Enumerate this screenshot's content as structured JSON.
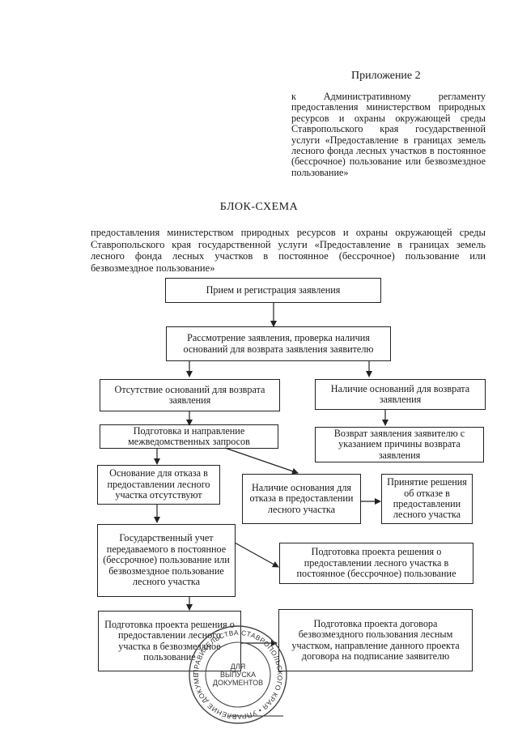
{
  "appendix": {
    "title": "Приложение 2",
    "text": "к Административному регламенту предоставления министерством природных ресурсов и охраны окружающей среды Ставропольского края государственной услуги «Предоставление в границах земель лесного фонда лесных участков в постоянное (бессрочное) пользование или безвозмездное пользование»"
  },
  "heading": "БЛОК-СХЕМА",
  "intro": "предоставления министерством природных ресурсов и охраны окружающей среды Ставропольского края государственной услуги «Предоставление в границах земель лесного фонда лесных участков в постоянное (бессрочное) пользование или безвозмездное пользование»",
  "flow": {
    "receive": "Прием и регистрация заявления",
    "review": "Рассмотрение заявления, проверка наличия оснований для возврата заявления заявителю",
    "no_return_grounds": "Отсутствие оснований для возврата заявления",
    "return_grounds": "Наличие оснований для возврата заявления",
    "interagency": "Подготовка и направление межведомственных запросов",
    "return_to_applicant": "Возврат заявления заявителю с указанием причины возврата заявления",
    "no_refusal_grounds": "Основание для отказа в предоставлении лесного участка отсутствуют",
    "refusal_grounds": "Наличие основания для отказа в предоставлении лесного участка",
    "refusal_decision": "Принятие решения об отказе в предоставлении лесного участка",
    "state_registration": "Государственный учет передаваемого в постоянное (бессрочное) пользование или безвозмездное пользование лесного участка",
    "permanent_use_draft": "Подготовка проекта решения о предоставлении лесного участка в постоянное (бессрочное) пользование",
    "free_use_draft": "Подготовка проекта решения о предоставлении лесного участка в безвозмездное пользование",
    "contract_draft": "Подготовка проекта договора безвозмездного пользования лесным участком, направление данного проекта договора на подписание заявителю"
  },
  "stamp": {
    "ring_text": "ПРАВИТЕЛЬСТВА СТАВРОПОЛЬСКОГО КРАЯ • УПРАВЛЕНИЕ ДОКУМЕНТАЦИОННОГО ОБЕСПЕЧЕНИЯ •",
    "line1": "ДЛЯ",
    "line2": "ВЫПУСКА",
    "line3": "ДОКУМЕНТОВ"
  }
}
